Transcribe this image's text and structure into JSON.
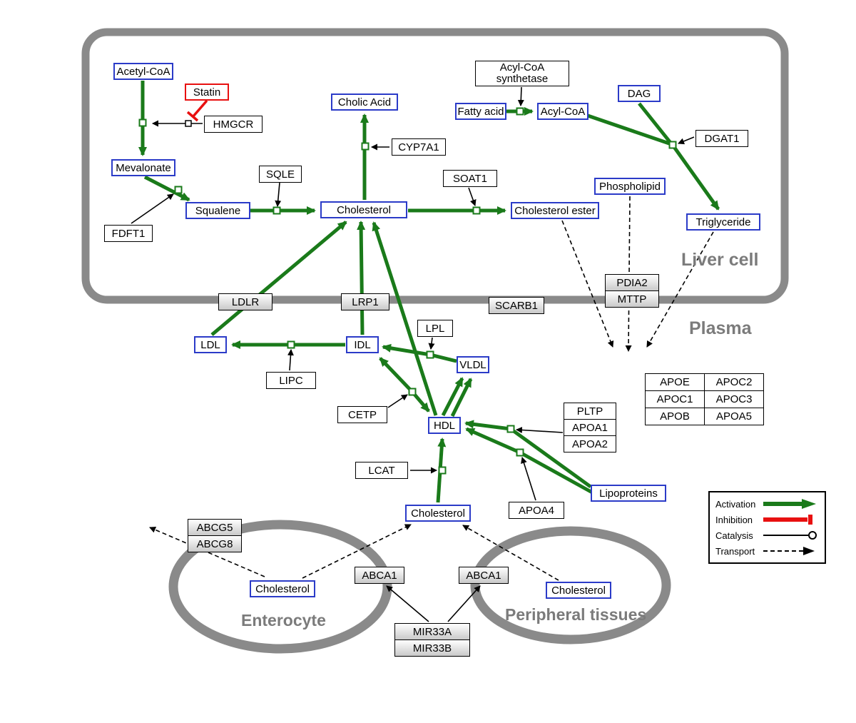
{
  "regions": {
    "liver": "Liver cell",
    "plasma": "Plasma",
    "enterocyte": "Enterocyte",
    "peripheral": "Peripheral tissues"
  },
  "legend": {
    "activation": "Activation",
    "inhibition": "Inhibition",
    "catalysis": "Catalysis",
    "transport": "Transport"
  },
  "apo_table": [
    [
      "APOE",
      "APOC2"
    ],
    [
      "APOC1",
      "APOC3"
    ],
    [
      "APOB",
      "APOA5"
    ]
  ],
  "nodes": {
    "acetyl_coa": "Acetyl-CoA",
    "statin": "Statin",
    "hmgcr": "HMGCR",
    "mevalonate": "Mevalonate",
    "fdft1": "FDFT1",
    "squalene": "Squalene",
    "sqle": "SQLE",
    "cholesterol_liver": "Cholesterol",
    "cholic_acid": "Cholic Acid",
    "cyp7a1": "CYP7A1",
    "soat1": "SOAT1",
    "cholesterol_ester": "Cholesterol ester",
    "acyl_coa_synthetase": "Acyl-CoA synthetase",
    "fatty_acid": "Fatty acid",
    "acyl_coa": "Acyl-CoA",
    "dag": "DAG",
    "dgat1": "DGAT1",
    "phospholipid": "Phospholipid",
    "triglyceride": "Triglyceride",
    "ldlr": "LDLR",
    "lrp1": "LRP1",
    "scarb1": "SCARB1",
    "pdia2": "PDIA2",
    "mttp": "MTTP",
    "ldl": "LDL",
    "idl": "IDL",
    "lipc": "LIPC",
    "lpl": "LPL",
    "vldl": "VLDL",
    "cetp": "CETP",
    "hdl": "HDL",
    "lcat": "LCAT",
    "pltp": "PLTP",
    "apoa1": "APOA1",
    "apoa2": "APOA2",
    "apoa4": "APOA4",
    "lipoproteins": "Lipoproteins",
    "cholesterol_plasma": "Cholesterol",
    "abcg5": "ABCG5",
    "abcg8": "ABCG8",
    "cholesterol_enterocyte": "Cholesterol",
    "abca1_enterocyte": "ABCA1",
    "abca1_peripheral": "ABCA1",
    "cholesterol_peripheral": "Cholesterol",
    "mir33a": "MIR33A",
    "mir33b": "MIR33B"
  },
  "colors": {
    "activation": "#1a7a1a",
    "inhibition": "#e81010",
    "metabolite_border": "#2b3bc8",
    "membrane": "#8a8a8a"
  }
}
